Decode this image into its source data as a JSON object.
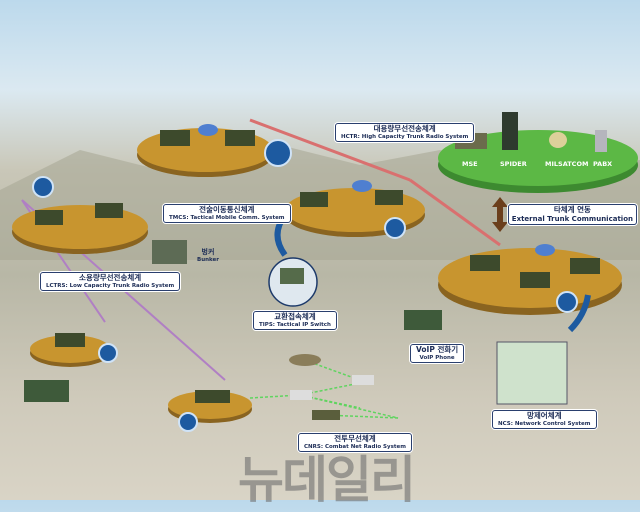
{
  "labels": {
    "hctr": {
      "ko": "대용량무선전송체계",
      "en": "HCTR: High Capacity Trunk Radio System"
    },
    "tmcs": {
      "ko": "전술이동통신체계",
      "en": "TMCS: Tactical Mobile Comm. System"
    },
    "bunker": {
      "ko": "벙커",
      "en": "Bunker"
    },
    "lctrs": {
      "ko": "소용량무선전송체계",
      "en": "LCTRS: Low Capacity Trunk Radio System"
    },
    "tips": {
      "ko": "교환접속체계",
      "en": "TIPS: Tactical IP Switch"
    },
    "external": {
      "ko": "타체계 연동",
      "en": "External Trunk Communication"
    },
    "voip": {
      "ko": "VoIP 전화기",
      "en": "VoIP Phone"
    },
    "ncs": {
      "ko": "망제어체계",
      "en": "NCS: Network Control System"
    },
    "cnrs": {
      "ko": "전투무선체계",
      "en": "CNRS: Combat Net Radio System"
    }
  },
  "external_systems": [
    "MSE",
    "SPIDER",
    "MILSATCOM",
    "PABX"
  ],
  "watermark": "뉴데일리",
  "colors": {
    "platform": "#c8952f",
    "external_platform": "#5cb845",
    "label_border": "#2a3f6e",
    "hctr_link": "#d9706f",
    "lctrs_link": "#b07fc4",
    "cnrs_link": "#5fd45f",
    "arrow": "#1d5aa0"
  }
}
